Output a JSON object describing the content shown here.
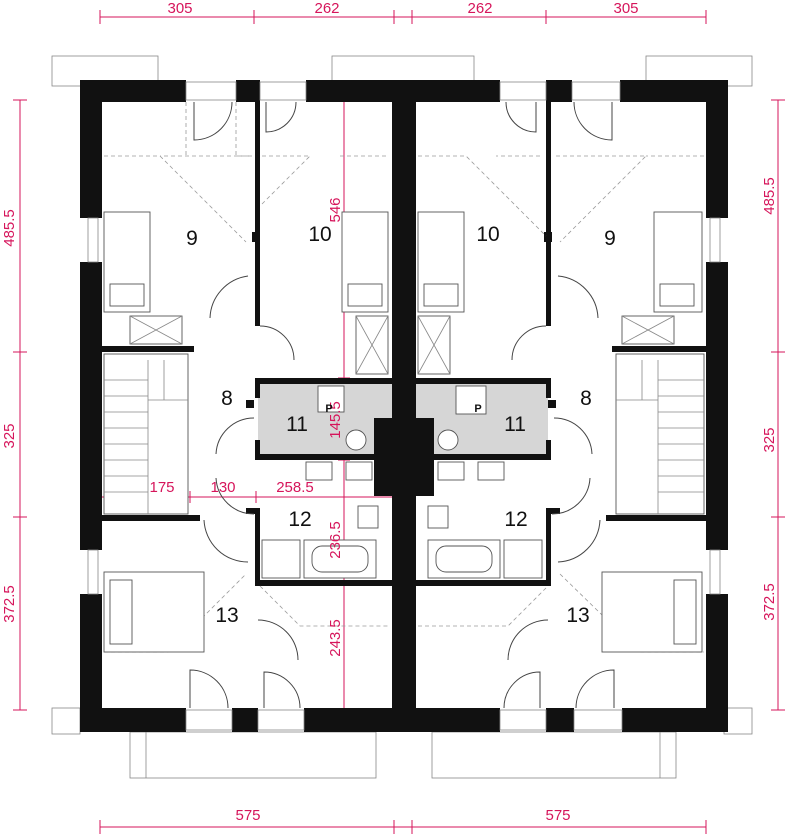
{
  "colors": {
    "dimension": "#d6155b",
    "wall": "#111111",
    "hall_fill": "#d6d6d6"
  },
  "dimensions": {
    "top": [
      "305",
      "262",
      "262",
      "305"
    ],
    "bottom": [
      "575",
      "575"
    ],
    "left": [
      "485.5",
      "325",
      "372.5"
    ],
    "right": [
      "485.5",
      "325",
      "372.5"
    ],
    "interior": {
      "height_546": "546",
      "height_145_5": "145.5",
      "width_175": "175",
      "width_130": "130",
      "width_258_5": "258.5",
      "height_236_5": "236.5",
      "height_243_5": "243.5"
    }
  },
  "rooms": {
    "left_unit": {
      "r9": "9",
      "r10": "10",
      "r8": "8",
      "r11": "11",
      "r12": "12",
      "r13": "13"
    },
    "right_unit": {
      "r9": "9",
      "r10": "10",
      "r8": "8",
      "r11": "11",
      "r12": "12",
      "r13": "13"
    }
  },
  "boiler_label": "P"
}
